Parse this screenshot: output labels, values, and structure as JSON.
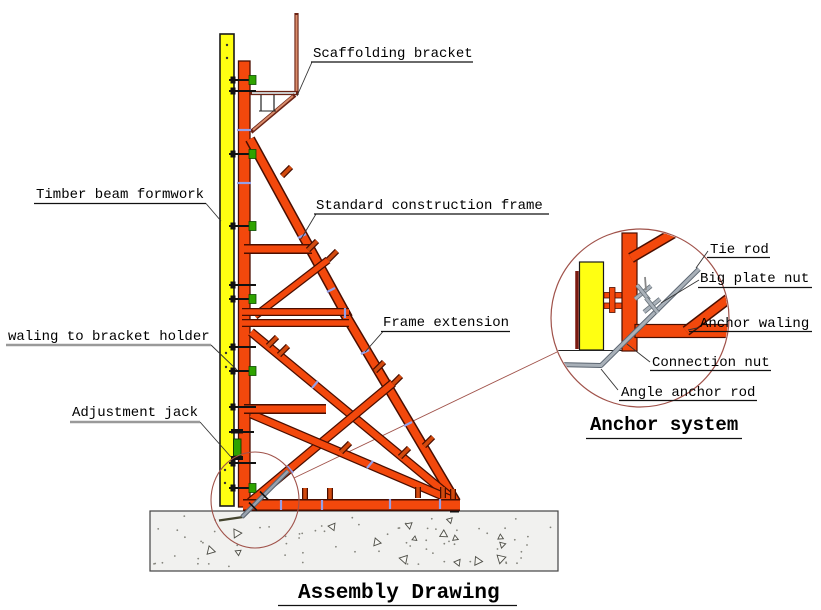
{
  "drawing": {
    "main_title": "Assembly Drawing",
    "detail_title": "Anchor system",
    "labels": {
      "scaffolding_bracket": "Scaffolding bracket",
      "timber_beam_formwork": "Timber beam formwork",
      "standard_construction_frame": "Standard construction frame",
      "waling_to_bracket_holder": "waling to bracket holder",
      "frame_extension": "Frame extension",
      "adjustment_jack": "Adjustment jack"
    },
    "detail_labels": {
      "tie_rod": "Tie rod",
      "big_plate_nut": "Big plate nut",
      "anchor_waling": "Anchor waling",
      "connection_nut": "Connection nut",
      "angle_anchor_rod": "Angle anchor rod"
    },
    "colors": {
      "frame_red": "#F3480C",
      "frame_border": "#4A0E00",
      "formwork_yellow": "#FFFF12",
      "washer_green": "#2FA300",
      "tie_lavender": "#95A0E8",
      "rod_gray": "#98A2AE",
      "callout_red": "#A0524A",
      "concrete_gray": "#F1F1EF",
      "bracket_brown": "#6B2315"
    }
  }
}
